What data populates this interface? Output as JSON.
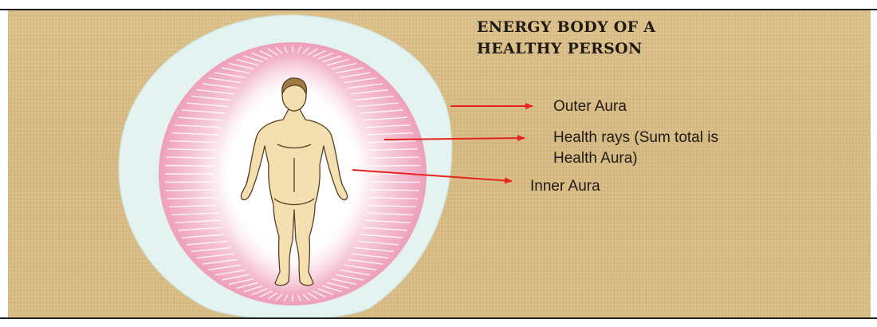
{
  "slide": {
    "title_line_1": "ENERGY BODY OF A",
    "title_line_2": "HEALTHY PERSON"
  },
  "labels": {
    "outer_aura": "Outer Aura",
    "health_rays_line_1": "Health rays (Sum total is",
    "health_rays_line_2": "Health Aura)",
    "inner_aura": "Inner Aura"
  },
  "colors": {
    "background": "#d8bc86",
    "outer_aura": "#e4f3f0",
    "health_rays": "#f0a3bd",
    "inner_aura": "#ffffff",
    "skin": "#f4dfb0",
    "pointer": "#e8231e"
  }
}
